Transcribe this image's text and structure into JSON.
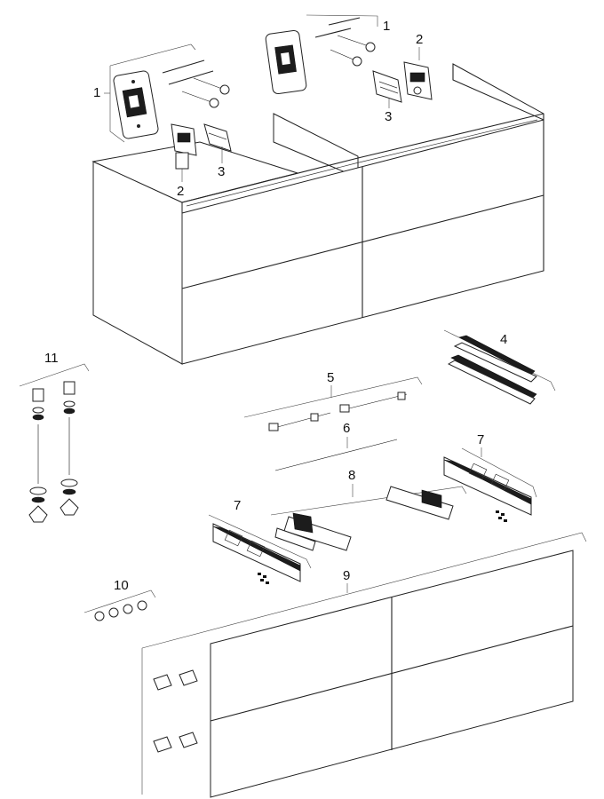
{
  "labels": {
    "l1_left": "1",
    "l1_right": "1",
    "l2_left": "2",
    "l2_right": "2",
    "l3_left": "3",
    "l3_right": "3",
    "l4": "4",
    "l5": "5",
    "l6": "6",
    "l7_left": "7",
    "l7_right": "7",
    "l8": "8",
    "l9": "9",
    "l10": "10",
    "l11": "11"
  }
}
